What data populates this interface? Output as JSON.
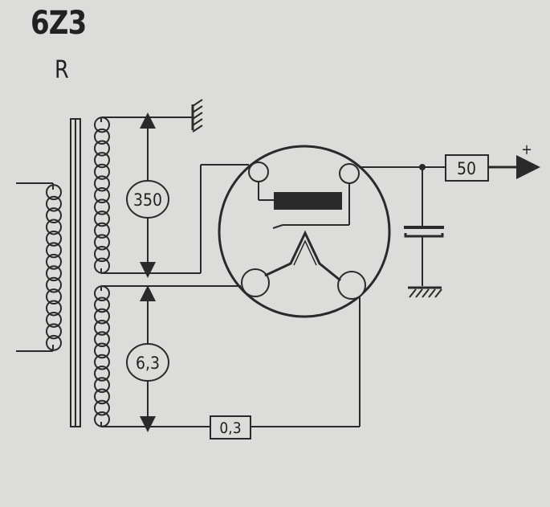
{
  "title": "6Z3",
  "subtitle": "R",
  "labels": {
    "hv_voltage": "350",
    "filament_voltage": "6,3",
    "filament_current": "0,3",
    "load": "50",
    "plus": "+"
  },
  "colors": {
    "background": "#dcdcda",
    "ink": "#2a2a2a"
  }
}
